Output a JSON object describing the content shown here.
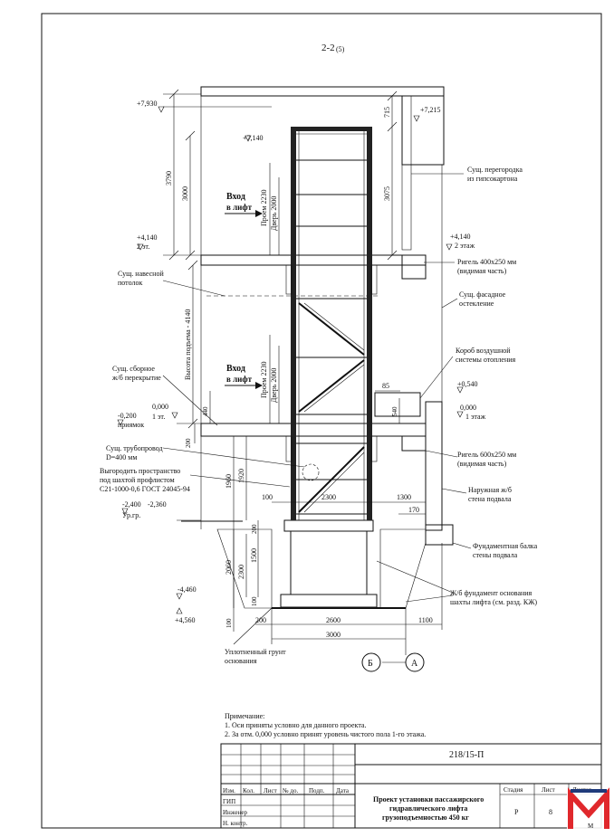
{
  "drawing": {
    "section_title": "2-2",
    "section_sub": "(5)",
    "levels": {
      "l7930": "+7,930",
      "l7215": "+7,215",
      "l7140": "+7,140",
      "l4140": "+4,140",
      "floor2": "2 эт.",
      "l4140r": "+4,140",
      "floor2r": "2 этаж",
      "l0540": "+0,540",
      "l0000": "0,000",
      "floor1": "1 эт.",
      "l0000r": "0,000",
      "floor1r": "1 этаж",
      "lm0200": "-0,200",
      "pit": "приямок",
      "lm2400": "-2,400",
      "lm2360": "-2,360",
      "ground": "Ур.гр.",
      "lm4460": "-4,460",
      "lm4560": "+4,560"
    },
    "dims": {
      "d3790": "3790",
      "d3000": "3000",
      "d715": "715",
      "d3075": "3075",
      "d_open_top": "Проем 2230",
      "d_door_top": "Дверь 2000",
      "d_travel": "Высота подъема - 4140",
      "d_open_bot": "Проем 2230",
      "d_door_bot": "Дверь 2000",
      "d440": "440",
      "d200": "200",
      "d85": "85",
      "d540": "540",
      "d1960": "1960",
      "d1920": "1920",
      "d100a": "100",
      "d2300": "2300",
      "d1300": "1300",
      "d170": "170",
      "d2060": "2060",
      "d2300v": "2300",
      "d1500": "1500",
      "d200v": "200",
      "d100v": "100",
      "d100b": "100",
      "d200h": "200",
      "d2600": "2600",
      "d1100": "1100",
      "d3000h": "3000"
    },
    "entry_top": [
      "Вход",
      "в лифт"
    ],
    "entry_bot": [
      "Вход",
      "в лифт"
    ],
    "callouts": {
      "partition": [
        "Сущ. перегородка",
        "из гипсокартона"
      ],
      "beam400": [
        "Ригель 400х250 мм",
        "(видимая часть)"
      ],
      "ceiling": [
        "Сущ. навесной",
        "потолок"
      ],
      "glazing": [
        "Сущ. фасадное",
        "остекление"
      ],
      "duct": [
        "Короб воздушной",
        "системы отопления"
      ],
      "slab": [
        "Сущ. сборное",
        "ж/б перекрытие"
      ],
      "pipe": [
        "Сущ. трубопровод",
        "D=400 мм"
      ],
      "beam600": [
        "Ригель 600х250 мм",
        "(видимая часть)"
      ],
      "fill": [
        "Выгородить пространство",
        "под шахтой профлистом",
        "С21-1000-0,6 ГОСТ 24045-94"
      ],
      "wall": [
        "Наружная ж/б",
        "стена подвала"
      ],
      "fbeam": [
        "Фундаментная балка",
        "стены подвала"
      ],
      "foundation": [
        "Ж/б фундамент основания",
        "шахты лифта (см. разд. КЖ)"
      ],
      "soil": [
        "Уплотненный грунт",
        "основания"
      ]
    },
    "axes": [
      "Б",
      "А"
    ]
  },
  "notes": {
    "heading": "Примечание:",
    "items": [
      "1. Оси приняты условно для данного проекта.",
      "2. За отм. 0,000 условно принят уровень чистого пола 1-го этажа."
    ]
  },
  "title_block": {
    "code": "218/15-П",
    "cols": [
      "Изм.",
      "Кол.",
      "Лист",
      "№ до.",
      "Подп.",
      "Дата"
    ],
    "roles": [
      "ГИП",
      "Инженер",
      "Н. контр."
    ],
    "project": [
      "Проект установки пассажирского",
      "гидравлического лифта",
      "грузоподъемностью 450 кг"
    ],
    "stage_h": "Стадия",
    "sheet_h": "Лист",
    "sheets_h": "Листов",
    "stage": "Р",
    "sheet": "8"
  },
  "logo": {
    "letter": "M",
    "colors": {
      "red": "#e0282c",
      "blue": "#1f3a7a",
      "dark": "#1a1a1a"
    }
  }
}
